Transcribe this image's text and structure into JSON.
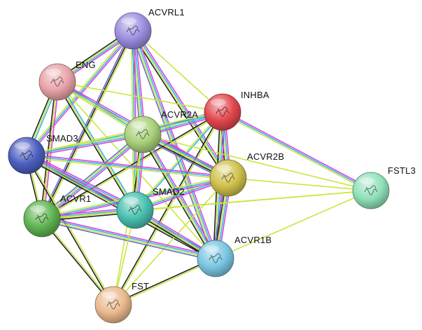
{
  "network": {
    "edge_colors": {
      "experimental": "#e040e0",
      "database": "#33b5e5",
      "textmining": "#c8e640",
      "coexpression": "#222222",
      "homology": "#6a6ad0",
      "neighborhood": "#2ec7b0"
    },
    "nodes": [
      {
        "id": "ACVRL1",
        "label": "ACVRL1",
        "color": "#9b8ee0"
      },
      {
        "id": "ENG",
        "label": "ENG",
        "color": "#e8a2a8"
      },
      {
        "id": "INHBA",
        "label": "INHBA",
        "color": "#e2474d"
      },
      {
        "id": "ACVR2A",
        "label": "ACVR2A",
        "color": "#a9d07a"
      },
      {
        "id": "SMAD3",
        "label": "SMAD3",
        "color": "#4c5fc0"
      },
      {
        "id": "ACVR2B",
        "label": "ACVR2B",
        "color": "#cfc04a"
      },
      {
        "id": "FSTL3",
        "label": "FSTL3",
        "color": "#8fe0b8"
      },
      {
        "id": "ACVR1",
        "label": "ACVR1",
        "color": "#5fb451"
      },
      {
        "id": "SMAD2",
        "label": "SMAD2",
        "color": "#48c0b0"
      },
      {
        "id": "ACVR1B",
        "label": "ACVR1B",
        "color": "#79c6e2"
      },
      {
        "id": "FST",
        "label": "FST",
        "color": "#eab98e"
      }
    ],
    "edges": [
      {
        "source": "ACVRL1",
        "target": "ENG",
        "types": [
          "experimental",
          "database",
          "textmining",
          "coexpression"
        ]
      },
      {
        "source": "ACVRL1",
        "target": "SMAD3",
        "types": [
          "experimental",
          "database",
          "textmining"
        ]
      },
      {
        "source": "ACVRL1",
        "target": "ACVR2A",
        "types": [
          "experimental",
          "database",
          "textmining",
          "homology"
        ]
      },
      {
        "source": "ACVRL1",
        "target": "INHBA",
        "types": [
          "textmining"
        ]
      },
      {
        "source": "ACVRL1",
        "target": "ACVR2B",
        "types": [
          "experimental",
          "database",
          "textmining",
          "coexpression"
        ]
      },
      {
        "source": "ACVRL1",
        "target": "SMAD2",
        "types": [
          "experimental",
          "database",
          "textmining"
        ]
      },
      {
        "source": "ACVRL1",
        "target": "ACVR1",
        "types": [
          "textmining",
          "coexpression",
          "homology"
        ]
      },
      {
        "source": "ACVRL1",
        "target": "ACVR1B",
        "types": [
          "experimental",
          "database",
          "textmining",
          "homology"
        ]
      },
      {
        "source": "ENG",
        "target": "SMAD3",
        "types": [
          "database",
          "textmining",
          "coexpression"
        ]
      },
      {
        "source": "ENG",
        "target": "ACVR2A",
        "types": [
          "experimental",
          "database",
          "textmining"
        ]
      },
      {
        "source": "ENG",
        "target": "INHBA",
        "types": [
          "textmining"
        ]
      },
      {
        "source": "ENG",
        "target": "ACVR2B",
        "types": [
          "experimental",
          "database",
          "textmining"
        ]
      },
      {
        "source": "ENG",
        "target": "ACVR1",
        "types": [
          "experimental",
          "textmining",
          "coexpression"
        ]
      },
      {
        "source": "ENG",
        "target": "SMAD2",
        "types": [
          "database",
          "textmining",
          "coexpression"
        ]
      },
      {
        "source": "ENG",
        "target": "ACVR1B",
        "types": [
          "textmining"
        ]
      },
      {
        "source": "INHBA",
        "target": "ACVR2A",
        "types": [
          "experimental",
          "database",
          "textmining",
          "homology"
        ]
      },
      {
        "source": "INHBA",
        "target": "ACVR2B",
        "types": [
          "experimental",
          "database",
          "textmining",
          "coexpression"
        ]
      },
      {
        "source": "INHBA",
        "target": "FSTL3",
        "types": [
          "experimental",
          "database",
          "textmining"
        ]
      },
      {
        "source": "INHBA",
        "target": "SMAD3",
        "types": [
          "database",
          "textmining"
        ]
      },
      {
        "source": "INHBA",
        "target": "SMAD2",
        "types": [
          "database",
          "textmining"
        ]
      },
      {
        "source": "INHBA",
        "target": "ACVR1B",
        "types": [
          "experimental",
          "database",
          "textmining",
          "coexpression"
        ]
      },
      {
        "source": "INHBA",
        "target": "ACVR1",
        "types": [
          "textmining",
          "coexpression"
        ]
      },
      {
        "source": "INHBA",
        "target": "FST",
        "types": [
          "textmining",
          "coexpression"
        ]
      },
      {
        "source": "ACVR2A",
        "target": "ACVR2B",
        "types": [
          "experimental",
          "database",
          "textmining",
          "coexpression",
          "homology"
        ]
      },
      {
        "source": "ACVR2A",
        "target": "SMAD3",
        "types": [
          "experimental",
          "database",
          "textmining"
        ]
      },
      {
        "source": "ACVR2A",
        "target": "SMAD2",
        "types": [
          "experimental",
          "database",
          "textmining",
          "coexpression"
        ]
      },
      {
        "source": "ACVR2A",
        "target": "ACVR1",
        "types": [
          "experimental",
          "database",
          "textmining",
          "homology"
        ]
      },
      {
        "source": "ACVR2A",
        "target": "ACVR1B",
        "types": [
          "experimental",
          "database",
          "textmining",
          "coexpression"
        ]
      },
      {
        "source": "ACVR2A",
        "target": "FST",
        "types": [
          "textmining"
        ]
      },
      {
        "source": "ACVR2A",
        "target": "FSTL3",
        "types": [
          "textmining"
        ]
      },
      {
        "source": "SMAD3",
        "target": "ACVR2B",
        "types": [
          "experimental",
          "database",
          "textmining"
        ]
      },
      {
        "source": "SMAD3",
        "target": "ACVR1",
        "types": [
          "textmining",
          "coexpression"
        ]
      },
      {
        "source": "SMAD3",
        "target": "SMAD2",
        "types": [
          "experimental",
          "database",
          "textmining",
          "coexpression",
          "homology"
        ]
      },
      {
        "source": "SMAD3",
        "target": "ACVR1B",
        "types": [
          "experimental",
          "database",
          "textmining",
          "coexpression"
        ]
      },
      {
        "source": "SMAD3",
        "target": "FST",
        "types": [
          "textmining",
          "coexpression"
        ]
      },
      {
        "source": "ACVR2B",
        "target": "FSTL3",
        "types": [
          "textmining"
        ]
      },
      {
        "source": "ACVR2B",
        "target": "SMAD2",
        "types": [
          "experimental",
          "database",
          "textmining"
        ]
      },
      {
        "source": "ACVR2B",
        "target": "ACVR1",
        "types": [
          "experimental",
          "database",
          "textmining"
        ]
      },
      {
        "source": "ACVR2B",
        "target": "ACVR1B",
        "types": [
          "experimental",
          "database",
          "textmining",
          "coexpression",
          "homology"
        ]
      },
      {
        "source": "ACVR2B",
        "target": "FST",
        "types": [
          "textmining"
        ]
      },
      {
        "source": "ACVR1",
        "target": "SMAD2",
        "types": [
          "experimental",
          "database",
          "textmining",
          "coexpression"
        ]
      },
      {
        "source": "ACVR1",
        "target": "ACVR1B",
        "types": [
          "experimental",
          "database",
          "textmining",
          "homology"
        ]
      },
      {
        "source": "ACVR1",
        "target": "FST",
        "types": [
          "textmining",
          "coexpression"
        ]
      },
      {
        "source": "ACVR1",
        "target": "FSTL3",
        "types": [
          "textmining"
        ]
      },
      {
        "source": "SMAD2",
        "target": "ACVR1B",
        "types": [
          "experimental",
          "database",
          "textmining",
          "coexpression"
        ]
      },
      {
        "source": "SMAD2",
        "target": "FST",
        "types": [
          "textmining"
        ]
      },
      {
        "source": "SMAD2",
        "target": "FSTL3",
        "types": [
          "textmining"
        ]
      },
      {
        "source": "ACVR1B",
        "target": "FST",
        "types": [
          "textmining",
          "coexpression"
        ]
      },
      {
        "source": "ACVR1B",
        "target": "FSTL3",
        "types": [
          "textmining"
        ]
      }
    ]
  }
}
